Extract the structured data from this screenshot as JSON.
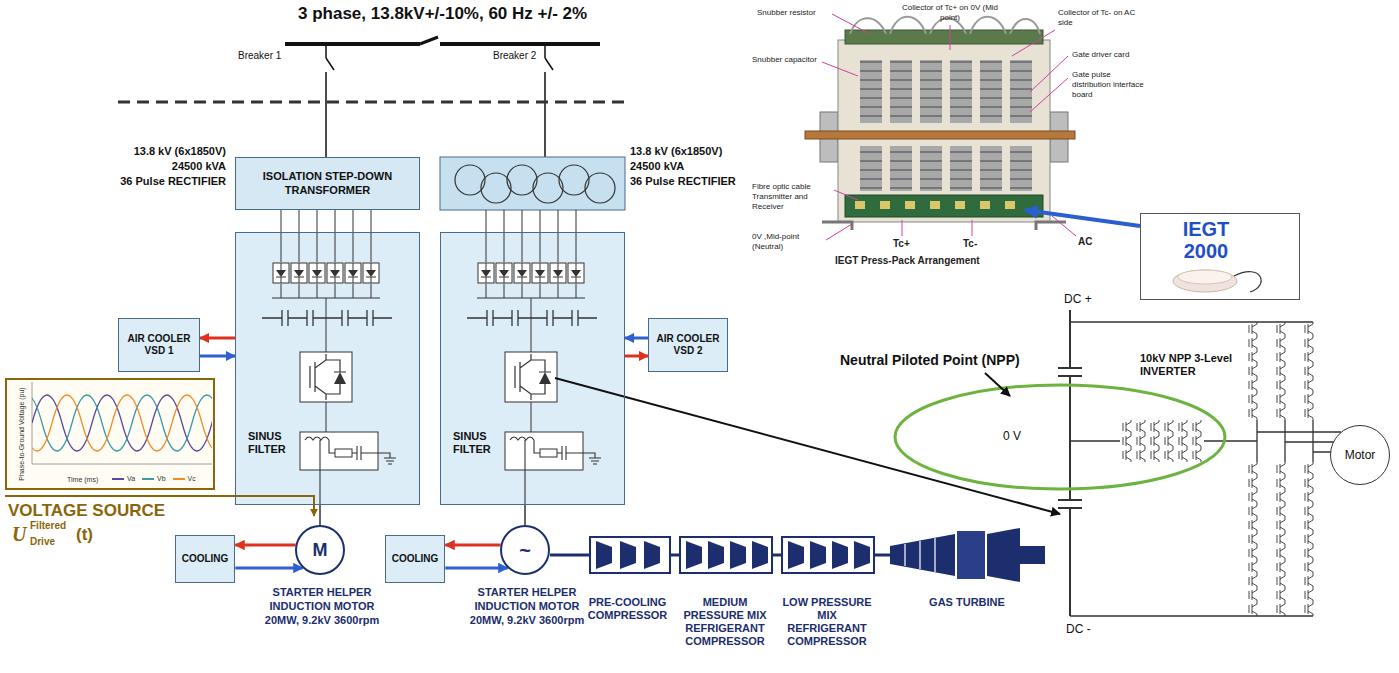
{
  "diagram": {
    "title": "3 phase, 13.8kV+/-10%, 60 Hz +/- 2%",
    "nodes": [
      {
        "text": [
          "ISOLATION STEP-DOWN TRANSFORMER"
        ]
      },
      {
        "text": [
          "SINUS FILTER"
        ]
      },
      {
        "text": [
          "SINUS FILTER"
        ]
      },
      {
        "text": [
          "AIR COOLER VSD 1"
        ]
      },
      {
        "text": [
          "AIR COOLER VSD 2"
        ]
      },
      {
        "text": [
          "Phase-to-Ground Voltage (pu)",
          "Time (ms)"
        ]
      },
      {
        "text": [
          "COOLING"
        ]
      },
      {
        "text": [
          "M",
          "STARTER HELPER INDUCTION MOTOR 20MW, 9.2kV 3600rpm"
        ]
      },
      {
        "text": [
          "COOLING"
        ]
      },
      {
        "text": [
          "~",
          "STARTER HELPER INDUCTION MOTOR 20MW, 9.2kV 3600rpm"
        ]
      },
      {
        "text": [
          "IEGT 2000"
        ]
      },
      {
        "text": [
          "Motor"
        ]
      }
    ],
    "edges": [
      {
        "from": 1,
        "to": 3,
        "arrow": "to"
      },
      {
        "from": 3,
        "to": 1,
        "arrow": "to"
      },
      {
        "from": 4,
        "to": 2,
        "arrow": "to"
      },
      {
        "from": 2,
        "to": 4,
        "arrow": "to"
      },
      {
        "from": 7,
        "to": 6,
        "arrow": "to"
      },
      {
        "from": 6,
        "to": 7,
        "arrow": "to"
      },
      {
        "from": 9,
        "to": 8,
        "arrow": "to"
      },
      {
        "from": 8,
        "to": 9,
        "arrow": "to"
      },
      {
        "from": 1,
        "to": 7,
        "arrow": "none"
      },
      {
        "from": 2,
        "to": 9,
        "arrow": "none"
      }
    ],
    "labels": [
      "Breaker 1",
      "Breaker 2",
      "13.8 kV (6x1850V)",
      "24500 kVA",
      "36 Pulse RECTIFIER",
      "13.8 kV (6x1850V)",
      "24500 kVA",
      "36 Pulse RECTIFIER",
      "VOLTAGE SOURCE",
      "U",
      "Filtered",
      "Drive",
      "(t)",
      "PRE-COOLING COMPRESSOR",
      "MEDIUM PRESSURE MIX REFRIGERANT COMPRESSOR",
      "LOW PRESSURE MIX REFRIGERANT COMPRESSOR",
      "GAS TURBINE",
      "Snubber resistor",
      "Collector of Tc+ on 0V (Mid point)",
      "Collector of Tc- on AC side",
      "Gate driver card",
      "Gate pulse distribution interface board",
      "Snubber capacitor",
      "Fibre optic cable Transmitter and Receiver",
      "0V ,Mid-point (Neutral)",
      "Tc+",
      "Tc-",
      "AC",
      "IEGT Press-Pack Arrangement",
      "DC +",
      "Neutral Piloted Point (NPP)",
      "10kV NPP 3-Level INVERTER",
      "0 V",
      "DC -"
    ],
    "legend": [
      {
        "text": "Va",
        "color": "#5b4a9e"
      },
      {
        "text": "Vb",
        "color": "#3a9aa8"
      },
      {
        "text": "Vc",
        "color": "#f28c28"
      }
    ]
  }
}
